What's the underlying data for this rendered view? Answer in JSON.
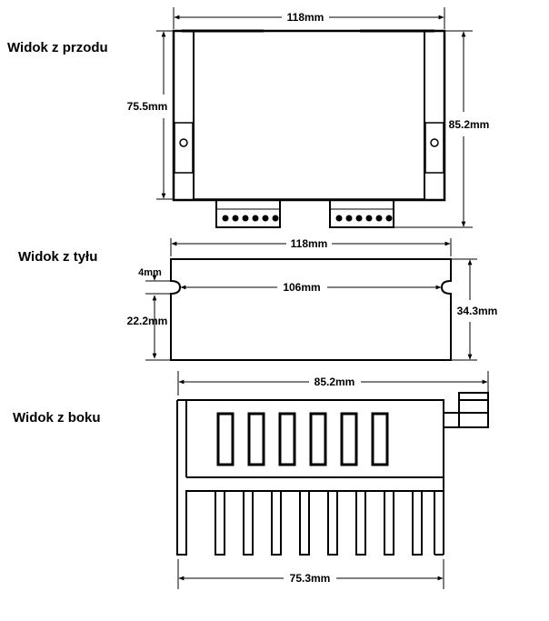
{
  "views": {
    "front": {
      "label": "Widok z przodu",
      "dims": {
        "width": "118mm",
        "inner_height": "75.5mm",
        "outer_height": "85.2mm"
      }
    },
    "back": {
      "label": "Widok z tyłu",
      "dims": {
        "width": "118mm",
        "hole_spacing": "106mm",
        "hole_offset": "4mm",
        "hole_height": "22.2mm",
        "height": "34.3mm"
      }
    },
    "side": {
      "label": "Widok z boku",
      "dims": {
        "top_width": "85.2mm",
        "bottom_width": "75.3mm"
      }
    }
  },
  "colors": {
    "line": "#000000",
    "background": "#ffffff"
  }
}
